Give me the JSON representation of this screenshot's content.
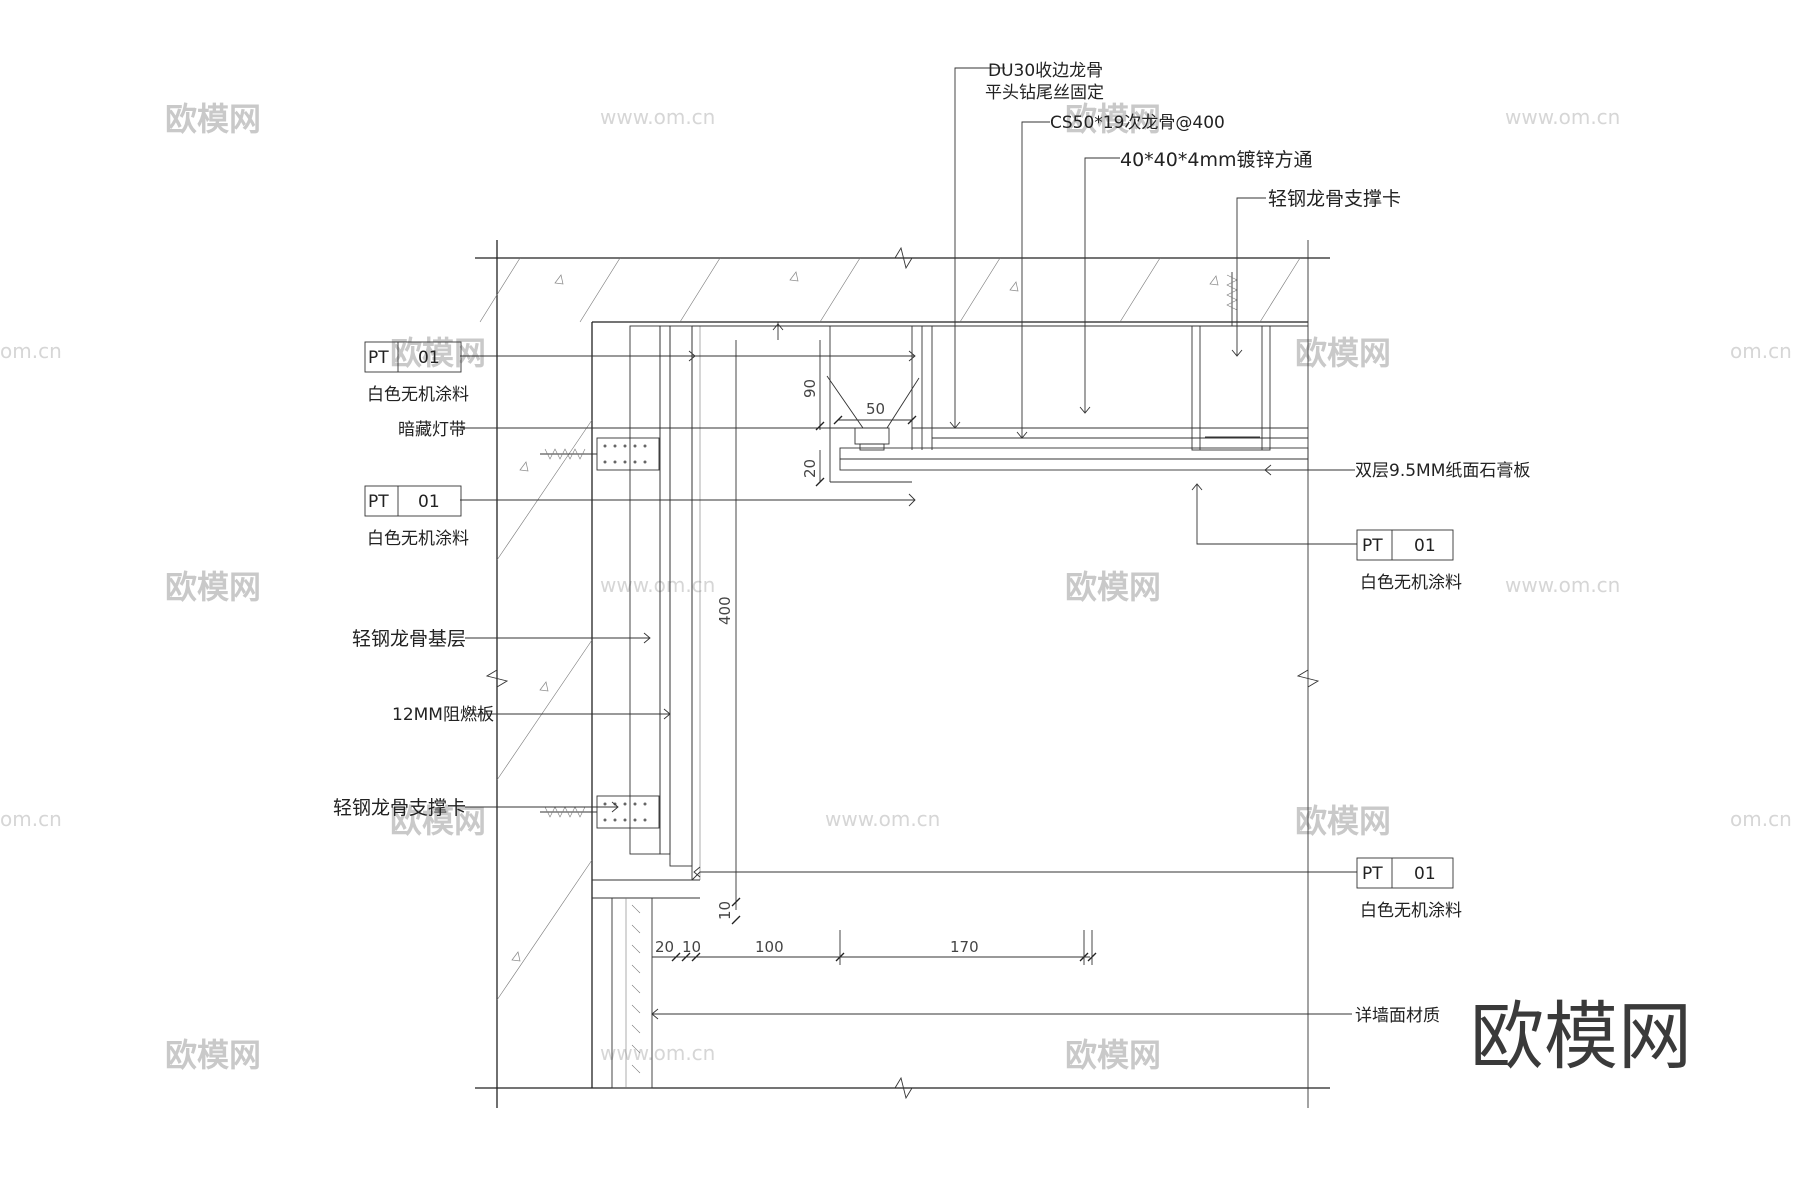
{
  "callouts": {
    "du30_line1": "DU30收边龙骨",
    "du30_line2": "平头钻尾丝固定",
    "cs50": "CS50*19次龙骨@400",
    "square_tube": "40*40*4mm镀锌方通",
    "support_clip_top": "轻钢龙骨支撑卡",
    "hidden_light": "暗藏灯带",
    "gypsum_board": "双层9.5MM纸面石膏板",
    "steel_base": "轻钢龙骨基层",
    "fire_board": "12MM阻燃板",
    "support_clip_left": "轻钢龙骨支撑卡",
    "wall_material": "详墙面材质"
  },
  "tags": [
    {
      "code": "PT",
      "num": "01",
      "desc": "白色无机涂料"
    },
    {
      "code": "PT",
      "num": "01",
      "desc": "白色无机涂料"
    },
    {
      "code": "PT",
      "num": "01",
      "desc": "白色无机涂料"
    },
    {
      "code": "PT",
      "num": "01",
      "desc": "白色无机涂料"
    }
  ],
  "dimensions": {
    "d90": "90",
    "d50": "50",
    "d20v": "20",
    "d400": "400",
    "d10v": "10",
    "d20h": "20",
    "d10h": "10",
    "d100": "100",
    "d170": "170"
  },
  "watermarks": {
    "logo": "欧模网",
    "url": "www.om.cn",
    "url_short": "om.cn"
  },
  "brand": "欧模网"
}
